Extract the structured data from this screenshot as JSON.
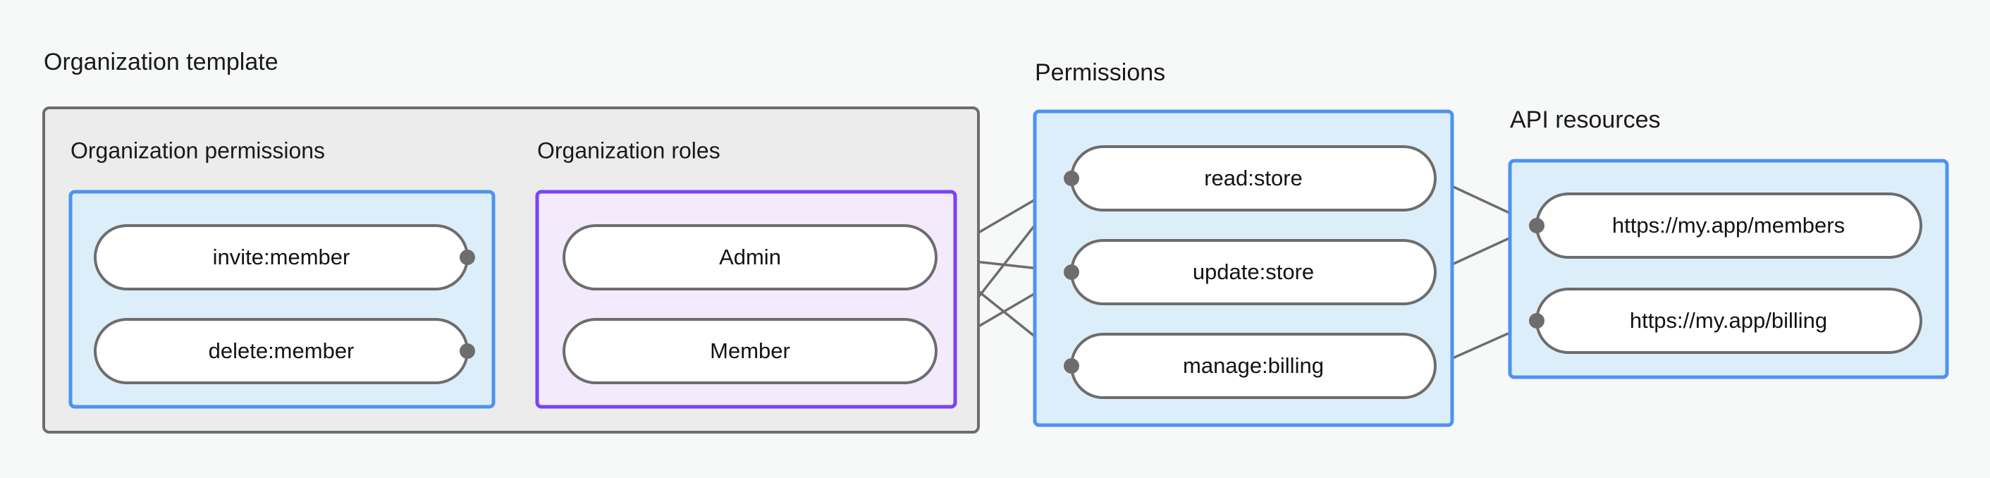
{
  "groups": {
    "organization_template": {
      "title": "Organization template",
      "subgroups": {
        "organization_permissions": {
          "title": "Organization permissions",
          "nodes": [
            "invite:member",
            "delete:member"
          ]
        },
        "organization_roles": {
          "title": "Organization roles",
          "nodes": [
            "Admin",
            "Member"
          ]
        }
      }
    },
    "permissions": {
      "title": "Permissions",
      "nodes": [
        "read:store",
        "update:store",
        "manage:billing"
      ]
    },
    "api_resources": {
      "title": "API resources",
      "nodes": [
        "https://my.app/members",
        "https://my.app/billing"
      ]
    }
  },
  "connections": [
    {
      "from": "invite:member",
      "to": "Admin"
    },
    {
      "from": "invite:member",
      "to": "Member"
    },
    {
      "from": "delete:member",
      "to": "Member"
    },
    {
      "from": "Admin",
      "to": "read:store"
    },
    {
      "from": "Admin",
      "to": "update:store"
    },
    {
      "from": "Admin",
      "to": "manage:billing"
    },
    {
      "from": "Member",
      "to": "read:store"
    },
    {
      "from": "Member",
      "to": "update:store"
    },
    {
      "from": "read:store",
      "to": "https://my.app/members"
    },
    {
      "from": "update:store",
      "to": "https://my.app/members"
    },
    {
      "from": "manage:billing",
      "to": "https://my.app/billing"
    }
  ],
  "colors": {
    "background": "#f7f8f8",
    "outer_box_fill": "#ececec",
    "outer_box_stroke": "#6d6d6d",
    "blue_box_fill": "#ddeefb",
    "blue_box_stroke": "#4d93f0",
    "purple_box_fill": "#f3eafc",
    "purple_box_stroke": "#7b42f6",
    "pill_fill": "#ffffff",
    "pill_stroke": "#6d6d6d",
    "link_stroke": "#6d6d6d",
    "text": "#1a1a1a"
  }
}
